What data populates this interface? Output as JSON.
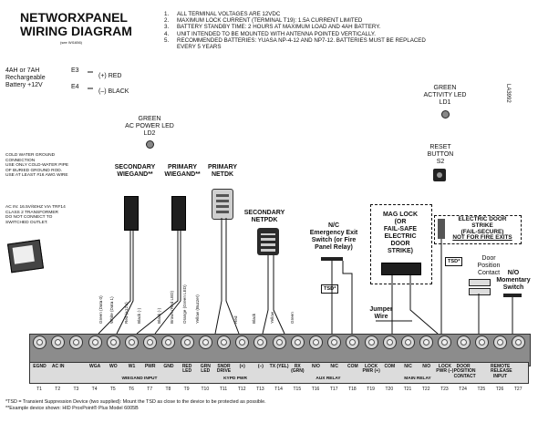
{
  "header": {
    "title_line1": "NETWORXPANEL",
    "title_line2": "WIRING DIAGRAM",
    "subtitle": "(see WI1656)",
    "side_code": "LA3992"
  },
  "notes": [
    {
      "num": "1.",
      "text": "ALL TERMINAL VOLTAGES ARE 12VDC"
    },
    {
      "num": "2.",
      "text": "MAXIMUM LOCK CURRENT (TERMINAL T19): 1.5A CURRENT LIMITED"
    },
    {
      "num": "3.",
      "text": "BATTERY STANDBY TIME: 2 HOURS AT MAXIMUM LOAD AND 4AH BATTERY."
    },
    {
      "num": "4.",
      "text": "UNIT INTENDED TO BE MOUNTED WITH ANTENNA POINTED VERTICALLY."
    },
    {
      "num": "5.",
      "text": "RECOMMENDED BATTERIES: YUASA NP-4-12 AND NP7-12. BATTERIES MUST BE REPLACED EVERY 5 YEARS"
    }
  ],
  "battery": {
    "label_line1": "4AH or 7AH",
    "label_line2": "Rechargeable",
    "label_line3": "Battery +12V",
    "e3": "E3",
    "e4": "E4",
    "red": "(+) RED",
    "black": "(–) BLACK"
  },
  "leds": {
    "power_line1": "GREEN",
    "power_line2": "AC POWER LED",
    "power_line3": "LD2",
    "activity_line1": "GREEN",
    "activity_line2": "ACTIVITY LED",
    "activity_line3": "LD1"
  },
  "reset": {
    "line1": "RESET",
    "line2": "BUTTON",
    "line3": "S2"
  },
  "ground_note": [
    "COLD WATER GROUND",
    "CONNECTION",
    "USE ONLY COLD-WATER PIPE",
    "OF BURIED GROUND ROD.",
    "USE AT LEAST #16 AWG WIRE"
  ],
  "transformer_note": [
    "AC IN: 16.5V/60HZ VIA TRF14",
    "CLASS 2 TRANSFORMER",
    "DO NOT CONNECT TO",
    "SWITCHED OUTLET."
  ],
  "devices": {
    "secondary_wiegand": [
      "SECONDARY",
      "WIEGAND**"
    ],
    "primary_wiegand": [
      "PRIMARY",
      "WIEGAND**"
    ],
    "primary_netdk": [
      "PRIMARY",
      "NETDK"
    ],
    "secondary_netpdk": [
      "SECONDARY",
      "NETPDK"
    ],
    "emergency_switch": [
      "N/C",
      "Emergency Exit",
      "Switch (or Fire",
      "Panel Relay)"
    ],
    "mag_lock": [
      "MAG LOCK",
      "(OR",
      "FAIL-SAFE",
      "ELECTRIC",
      "DOOR",
      "STRIKE)"
    ],
    "door_strike": [
      "ELECTRIC DOOR",
      "STRIKE",
      "(FAIL-SECURE)",
      "NOT FOR FIRE EXITS"
    ],
    "door_contact": [
      "Door",
      "Position",
      "Contact"
    ],
    "momentary_switch": [
      "N/O",
      "Momentary",
      "Switch"
    ],
    "jumper": [
      "Jumper",
      "Wire"
    ],
    "tsd": "TSD*"
  },
  "wire_colors": [
    "Green (Data 0)",
    "White (Data 1)",
    "Red (+12V)",
    "Black (-)",
    "Black (-)",
    "Brown (Red LED)",
    "Orange (Green LED)",
    "Yellow (Buzzer)",
    "Red",
    "Black",
    "Yellow",
    "Green"
  ],
  "terminals": [
    {
      "label": "EGND",
      "num": "T1"
    },
    {
      "label": "AC IN",
      "num": "T2"
    },
    {
      "label": "",
      "num": "T3"
    },
    {
      "label": "WGA",
      "num": "T4"
    },
    {
      "label": "WO",
      "num": "T5"
    },
    {
      "label": "W1",
      "num": "T6"
    },
    {
      "label": "PWR",
      "num": "T7"
    },
    {
      "label": "GND",
      "num": "T8"
    },
    {
      "label": "RED LED",
      "num": "T9"
    },
    {
      "label": "GRN LED",
      "num": "T10"
    },
    {
      "label": "SNDR DRIVE",
      "num": "T11"
    },
    {
      "label": "(+)",
      "num": "T12"
    },
    {
      "label": "(–)",
      "num": "T13"
    },
    {
      "label": "TX (YEL)",
      "num": "T14"
    },
    {
      "label": "RX (GRN)",
      "num": "T15"
    },
    {
      "label": "N/O",
      "num": "T16"
    },
    {
      "label": "N/C",
      "num": "T17"
    },
    {
      "label": "COM",
      "num": "T18"
    },
    {
      "label": "LOCK PWR (+)",
      "num": "T19"
    },
    {
      "label": "COM",
      "num": "T20"
    },
    {
      "label": "N/C",
      "num": "T21"
    },
    {
      "label": "N/O",
      "num": "T22"
    },
    {
      "label": "LOCK PWR (–)",
      "num": "T23"
    },
    {
      "label": "DOOR POSITION CONTACT",
      "num": "T24"
    },
    {
      "label": "",
      "num": "T25"
    },
    {
      "label": "REMOTE RELEASE INPUT",
      "num": "T26"
    },
    {
      "label": "",
      "num": "T27"
    }
  ],
  "groups": {
    "wiegand": "WIEGAND INPUT",
    "kypd": "KYPD PWR",
    "aux": "AUX RELAY",
    "main": "MAIN RELAY"
  },
  "footnotes": [
    "*TSD = Transient Suppression Device (two supplied): Mount the TSD as close to the device to be protected as possible.",
    "**Example device shown: HID ProxPoint® Plus Model 6005B"
  ]
}
